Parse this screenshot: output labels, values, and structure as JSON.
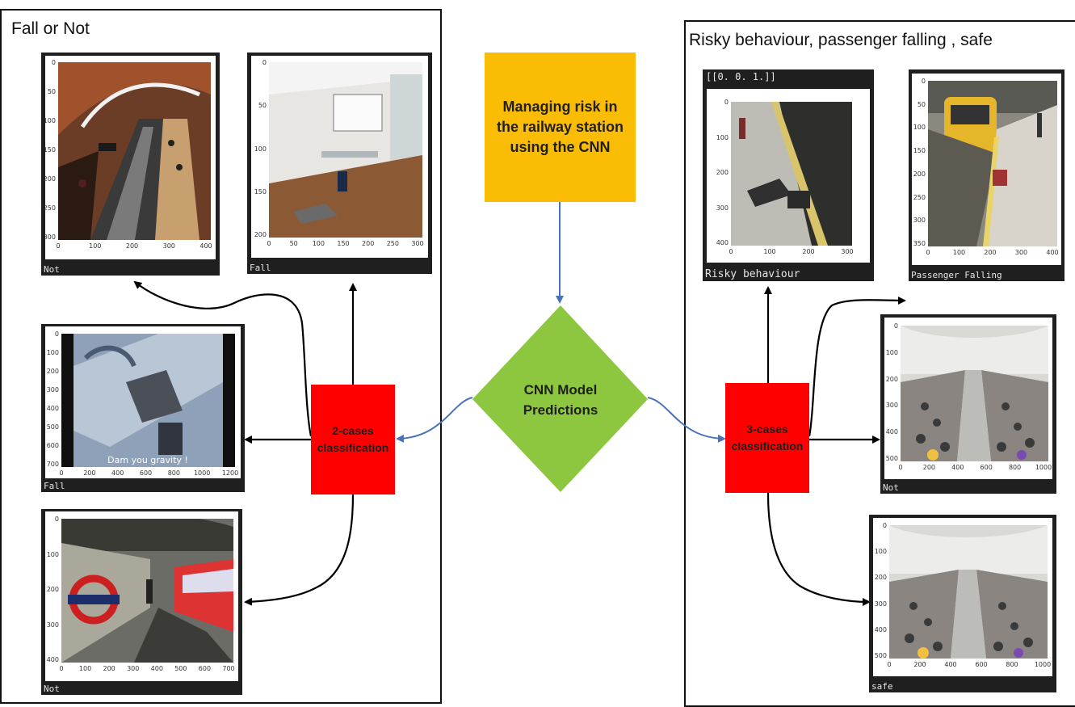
{
  "left_panel": {
    "title": "Fall or Not"
  },
  "right_panel": {
    "title": "Risky behaviour, passenger falling , safe"
  },
  "center": {
    "title_box": "Managing risk in the railway station using the CNN",
    "diamond": "CNN Model Predictions",
    "left_box": "2-cases classification",
    "right_box": "3-cases classification"
  },
  "colors": {
    "title_box": "#fbbc05",
    "diamond": "#8dc63f",
    "class_box": "#ff0000",
    "blue_arrow": "#4a72b8",
    "black_arrow": "#000000",
    "plot_frame": "#1f1f1f"
  },
  "plots": [
    {
      "id": "escalator-fall-not",
      "caption": "Not",
      "top_caption": "",
      "yticks": [
        "0",
        "50",
        "100",
        "150",
        "200",
        "250",
        "300"
      ],
      "xticks": [
        "0",
        "100",
        "200",
        "300",
        "400"
      ],
      "icon": "escalator-photo-icon"
    },
    {
      "id": "room-fall",
      "caption": "Fall",
      "top_caption": "",
      "yticks": [
        "0",
        "50",
        "100",
        "150",
        "200"
      ],
      "xticks": [
        "0",
        "50",
        "100",
        "150",
        "200",
        "250",
        "300"
      ],
      "icon": "room-fall-photo-icon"
    },
    {
      "id": "escalator-gravity-fall",
      "caption": "Fall",
      "top_caption": "",
      "overlay": "Dam you gravity !",
      "yticks": [
        "0",
        "100",
        "200",
        "300",
        "400",
        "500",
        "600",
        "700"
      ],
      "xticks": [
        "0",
        "200",
        "400",
        "600",
        "800",
        "1000",
        "1200"
      ],
      "icon": "escalator-gravity-photo-icon"
    },
    {
      "id": "tube-platform-not",
      "caption": "Not",
      "top_caption": "",
      "yticks": [
        "0",
        "100",
        "200",
        "300",
        "400"
      ],
      "xticks": [
        "0",
        "100",
        "200",
        "300",
        "400",
        "500",
        "600",
        "700"
      ],
      "icon": "tube-platform-photo-icon"
    },
    {
      "id": "platform-risky",
      "caption": "Risky behaviour",
      "top_caption": "[[0. 0. 1.]]",
      "yticks": [
        "0",
        "100",
        "200",
        "300",
        "400"
      ],
      "xticks": [
        "0",
        "100",
        "200",
        "300"
      ],
      "icon": "platform-risky-photo-icon"
    },
    {
      "id": "train-passenger-falling",
      "caption": "Passenger Falling",
      "top_caption": "",
      "yticks": [
        "0",
        "50",
        "100",
        "150",
        "200",
        "250",
        "300",
        "350"
      ],
      "xticks": [
        "0",
        "100",
        "200",
        "300",
        "400"
      ],
      "icon": "train-platform-photo-icon"
    },
    {
      "id": "escalator-crowd-not",
      "caption": "Not",
      "top_caption": "",
      "yticks": [
        "0",
        "100",
        "200",
        "300",
        "400",
        "500"
      ],
      "xticks": [
        "0",
        "200",
        "400",
        "600",
        "800",
        "1000"
      ],
      "icon": "escalator-crowd-photo-icon"
    },
    {
      "id": "escalator-crowd-safe",
      "caption": "safe",
      "top_caption": "",
      "yticks": [
        "0",
        "100",
        "200",
        "300",
        "400",
        "500"
      ],
      "xticks": [
        "0",
        "200",
        "400",
        "600",
        "800",
        "1000"
      ],
      "icon": "escalator-crowd-photo-icon"
    }
  ]
}
